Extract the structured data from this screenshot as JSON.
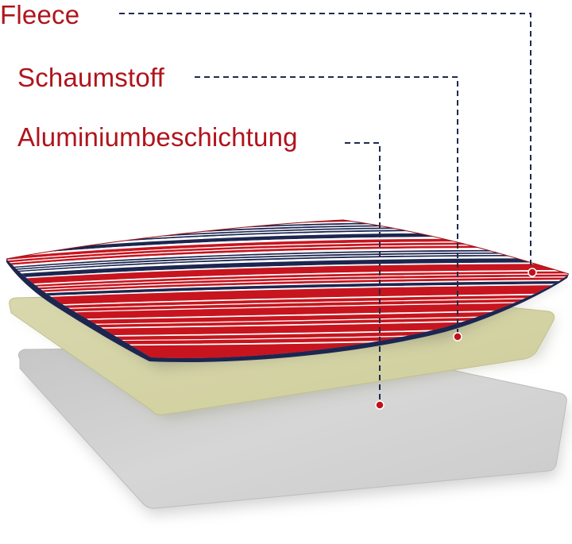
{
  "layers": [
    {
      "key": "fleece",
      "label": "Fleece"
    },
    {
      "key": "foam",
      "label": "Schaumstoff"
    },
    {
      "key": "alu",
      "label": "Aluminiumbeschichtung"
    }
  ],
  "colors": {
    "label_red": "#b0141c",
    "leader_navy": "#1f2a4d",
    "marker_red": "#c0121a",
    "stripe_red": "#c8141e",
    "stripe_red_light": "#e0303a",
    "stripe_navy": "#1c2650",
    "stripe_white": "#ffffff",
    "foam_color": "#d4d3a6",
    "aluminium_color": "#cfcfcf"
  }
}
